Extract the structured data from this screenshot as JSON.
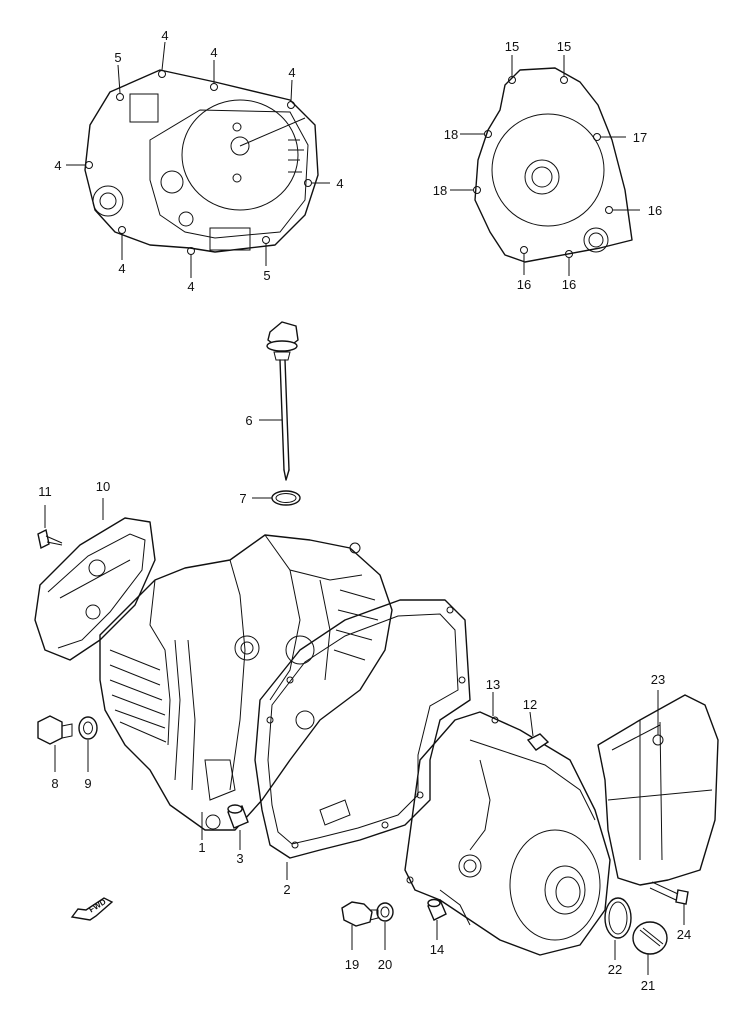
{
  "callouts": {
    "c1": "1",
    "c2": "2",
    "c3": "3",
    "c4a": "4",
    "c4b": "4",
    "c4c": "4",
    "c4d": "4",
    "c4e": "4",
    "c4f": "4",
    "c4g": "4",
    "c5a": "5",
    "c5b": "5",
    "c6": "6",
    "c7": "7",
    "c8": "8",
    "c9": "9",
    "c10": "10",
    "c11": "11",
    "c12": "12",
    "c13": "13",
    "c14": "14",
    "c15a": "15",
    "c15b": "15",
    "c16a": "16",
    "c16b": "16",
    "c16c": "16",
    "c17": "17",
    "c18a": "18",
    "c18b": "18",
    "c19": "19",
    "c20": "20",
    "c21": "21",
    "c22": "22",
    "c23": "23",
    "c24": "24"
  },
  "fwd_label": "FWD"
}
